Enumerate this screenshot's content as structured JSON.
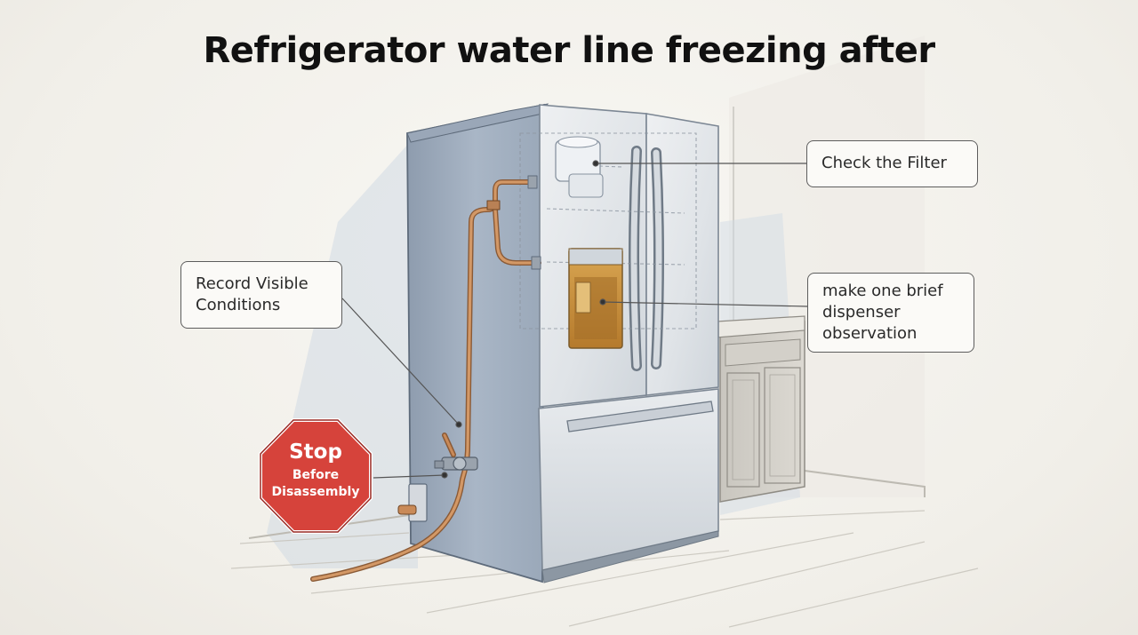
{
  "title": "Refrigerator water line freezing after",
  "callouts": {
    "filter": {
      "lines": [
        "Check the Filter"
      ]
    },
    "record": {
      "lines": [
        "Record Visible",
        "Conditions"
      ]
    },
    "dispenser": {
      "lines": [
        "make one brief",
        "dispenser",
        "observation"
      ]
    }
  },
  "stop_sign": {
    "title": "Stop",
    "subtitle_lines": [
      "Before",
      "Disassembly"
    ],
    "color": "#d6433b"
  },
  "colors": {
    "fridge_body": "#b9c4d1",
    "door_steel": "#dfe3e7",
    "copper_line": "#c98a58",
    "dispenser": "#c98f3c"
  }
}
